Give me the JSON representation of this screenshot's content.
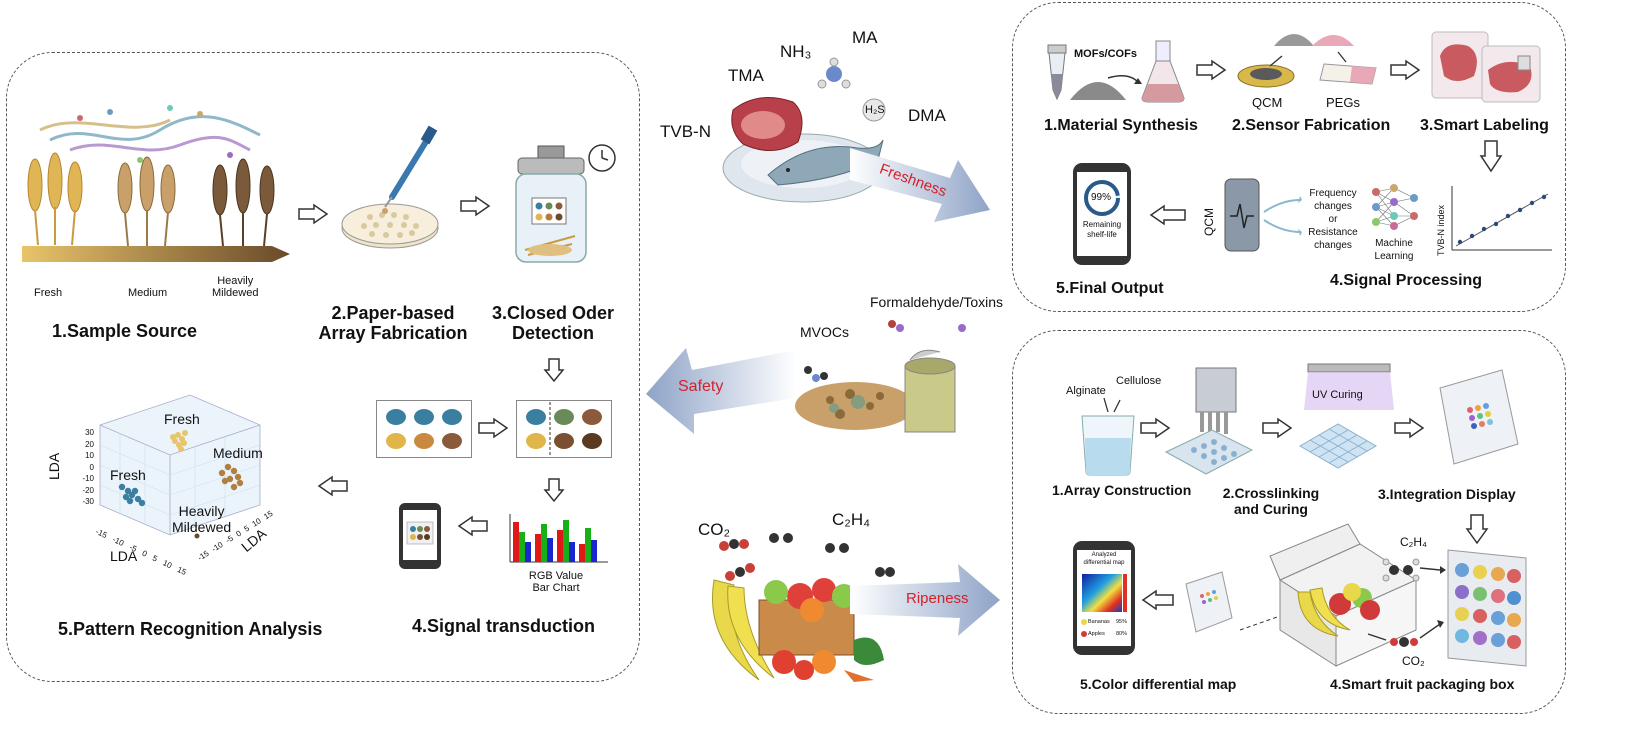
{
  "left_panel": {
    "samples": {
      "fresh": "Fresh",
      "medium": "Medium",
      "heavily_mildewed": "Heavily\nMildewed"
    },
    "step1": "1.Sample Source",
    "step2": "2.Paper-based\nArray Fabrication",
    "step3": "3.Closed Oder\nDetection",
    "step4": "4.Signal transduction",
    "step5": "5.Pattern Recognition Analysis",
    "bar_chart_label": "RGB Value\nBar Chart",
    "lda_plot": {
      "axis_label": "LDA",
      "clusters": {
        "fresh_top": "Fresh",
        "medium": "Medium",
        "fresh_left": "Fresh",
        "heavily_mildewed": "Heavily\nMildewed"
      },
      "z_ticks": [
        "30",
        "20",
        "10",
        "0",
        "-10",
        "-20",
        "-30"
      ],
      "x_ticks": [
        "-15",
        "-10",
        "-5",
        "0",
        "5",
        "10",
        "15"
      ],
      "y_ticks": [
        "15",
        "10",
        "5",
        "0",
        "-5",
        "-10",
        "-15"
      ]
    }
  },
  "center": {
    "meat_gases": {
      "tvbn": "TVB-N",
      "tma": "TMA",
      "nh3": "NH₃",
      "ma": "MA",
      "h2s": "H₂S",
      "dma": "DMA"
    },
    "freshness": "Freshness",
    "toxins": "Formaldehyde/Toxins",
    "mvocs": "MVOCs",
    "safety": "Safety",
    "co2": "CO₂",
    "c2h4": "C₂H₄",
    "ripeness": "Ripeness"
  },
  "top_right": {
    "mofs": "MOFs/COFs",
    "qcm": "QCM",
    "pegs": "PEGs",
    "step1": "1.Material Synthesis",
    "step2": "2.Sensor Fabrication",
    "step3": "3.Smart Labeling",
    "phone_percent": "99%",
    "phone_text": "Remaining\nshelf-life",
    "qcm_vertical": "QCM",
    "freq": "Frequency\nchanges\nor\nResistance\nchanges",
    "ml": "Machine\nLearning",
    "tvbn_index": "TVB-N index",
    "step4": "4.Signal Processing",
    "step5": "5.Final Output"
  },
  "bottom_right": {
    "alginate": "Alginate",
    "cellulose": "Cellulose",
    "uv": "UV Curing",
    "step1": "1.Array Construction",
    "step2": "2.Crosslinking\nand Curing",
    "step3": "3.Integration Display",
    "phone_title": "Analyzed\ndifferential map",
    "bananas": "Bananas",
    "bananas_pct": "95%",
    "apples": "Apples",
    "apples_pct": "80%",
    "c2h4": "C₂H₄",
    "co2": "CO₂",
    "step4": "4.Smart fruit packaging box",
    "step5": "5.Color differential map"
  },
  "colors": {
    "arrow_blue": "#8ea3c7",
    "red_text": "#d6202a",
    "wheat_fresh": "#e0b556",
    "wheat_mildew": "#7a5a3a",
    "cluster_fresh": "#e8c46a",
    "cluster_medium": "#b08040",
    "cluster_mildew": "#3a7fa0"
  }
}
